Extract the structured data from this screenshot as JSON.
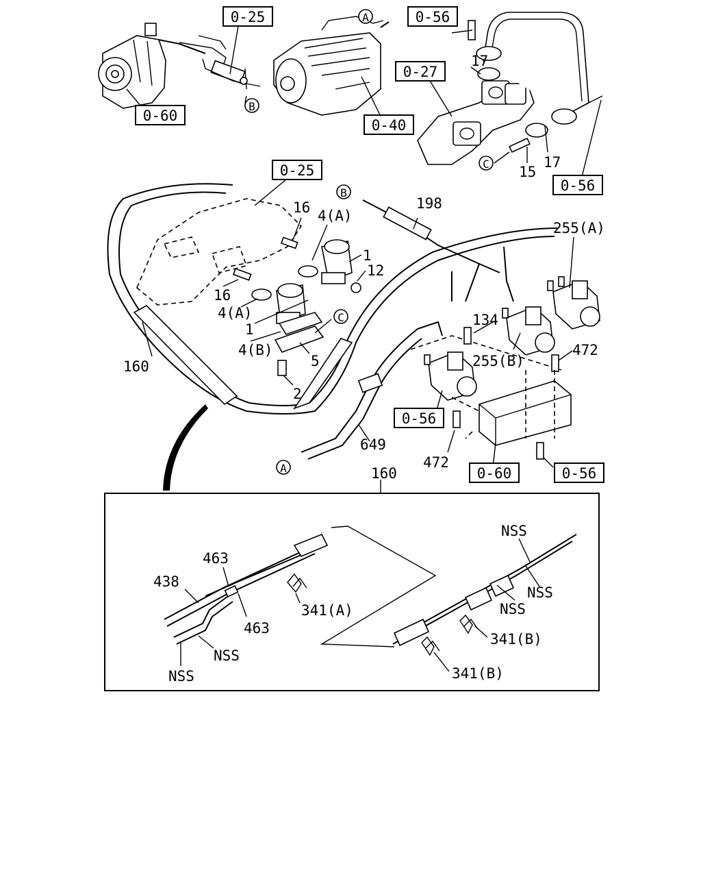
{
  "ref_boxes": {
    "r1": "0-25",
    "r2": "0-56",
    "r3": "0-27",
    "r4": "0-60",
    "r5": "0-40",
    "r6": "0-56",
    "r7": "0-25",
    "r8": "0-56",
    "r9": "0-60",
    "r10": "0-56"
  },
  "markers": {
    "a_top": "A",
    "b_top": "B",
    "c_top": "C",
    "b_mid": "B",
    "c_mid": "C",
    "a_bottom": "A"
  },
  "labels": {
    "n17a": "17",
    "n17b": "17",
    "n15": "15",
    "n16a": "16",
    "n4a1": "4(A)",
    "n1a": "1",
    "n12": "12",
    "n16b": "16",
    "n4a2": "4(A)",
    "n1b": "1",
    "n4b": "4(B)",
    "n5": "5",
    "n2": "2",
    "n160a": "160",
    "n198": "198",
    "n255a": "255(A)",
    "n134": "134",
    "n255b": "255(B)",
    "n472a": "472",
    "n472b": "472",
    "n649": "649",
    "n160b": "160",
    "n463a": "463",
    "n438": "438",
    "n463b": "463",
    "n341a": "341(A)",
    "nssa": "NSS",
    "nssb": "NSS",
    "nssc": "NSS",
    "nssd": "NSS",
    "nsse": "NSS",
    "n341b1": "341(B)",
    "n341b2": "341(B)"
  }
}
